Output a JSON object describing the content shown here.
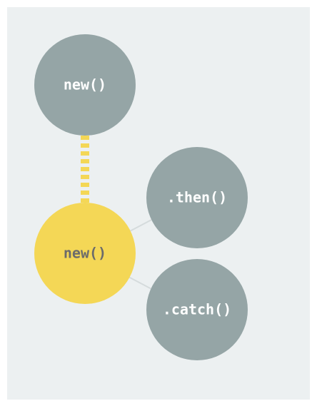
{
  "diagram": {
    "nodes": [
      {
        "id": "root",
        "label": "new()",
        "color": "#95a5a6",
        "text_color": "#ffffff"
      },
      {
        "id": "child",
        "label": "new()",
        "color": "#f4d756",
        "text_color": "#6b6b6b"
      },
      {
        "id": "then",
        "label": ".then()",
        "color": "#95a5a6",
        "text_color": "#ffffff"
      },
      {
        "id": "catch",
        "label": ".catch()",
        "color": "#95a5a6",
        "text_color": "#ffffff"
      }
    ],
    "edges": [
      {
        "from": "root",
        "to": "child",
        "style": "dashed",
        "color": "#f4d756"
      },
      {
        "from": "child",
        "to": "then",
        "style": "solid",
        "color": "#d5dbdc"
      },
      {
        "from": "child",
        "to": "catch",
        "style": "solid",
        "color": "#d5dbdc"
      }
    ],
    "background": "#ecf0f1"
  }
}
